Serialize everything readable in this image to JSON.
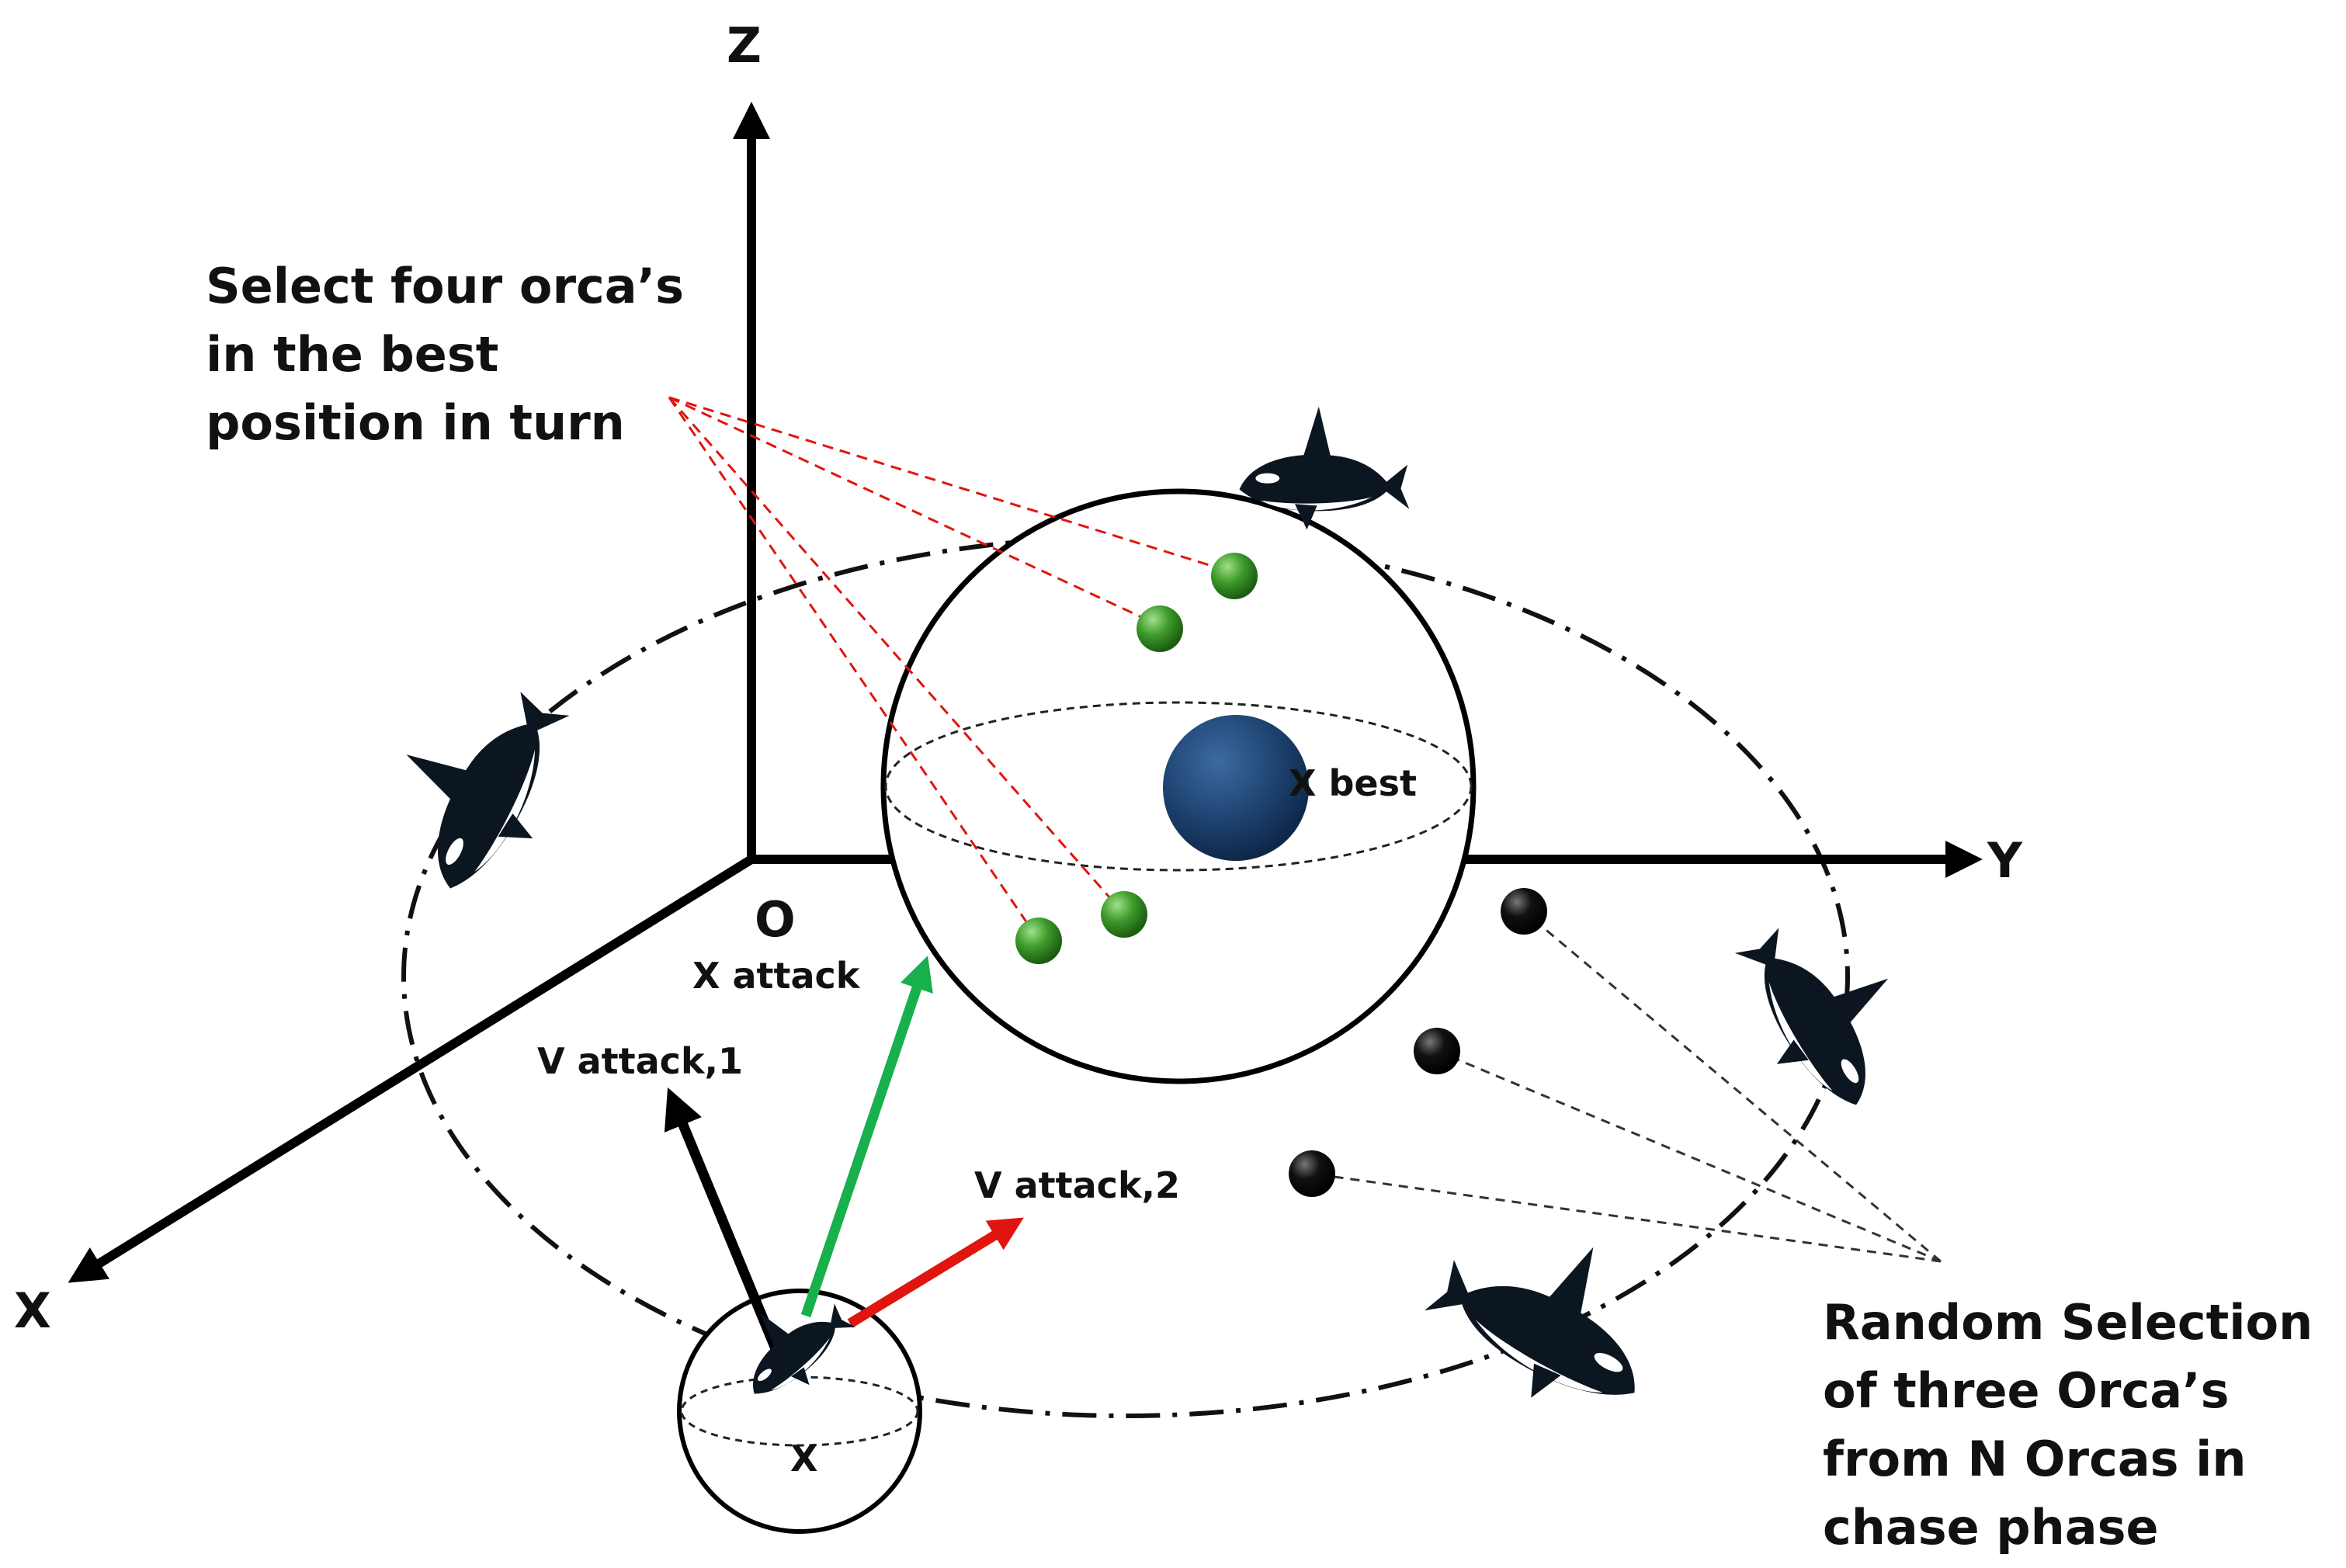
{
  "axes": {
    "z": "Z",
    "y": "Y",
    "x": "X",
    "origin": "O"
  },
  "labels": {
    "x_best": "X best",
    "x_attack": "X attack",
    "v_attack_1": "V attack,1",
    "v_attack_2": "V attack,2",
    "x_agent": "X"
  },
  "annotations": {
    "select_best": [
      "Select four orca’s",
      "in the best",
      "position in turn"
    ],
    "random_selection": [
      "Random Selection",
      "of three Orca’s",
      "from N Orcas in",
      "chase phase"
    ]
  },
  "colors": {
    "best_ball": "#1f4573",
    "green_orcas": "#3d9a2a",
    "random_orcas": "#000000",
    "x_attack_arrow": "#18b04c",
    "v_attack_2_arrow": "#e0150f",
    "v_attack_1_arrow": "#000000",
    "dashed_lines_best": "#e0150f",
    "dashed_lines_random": "#333333"
  },
  "icons": [
    "orca-icon"
  ]
}
